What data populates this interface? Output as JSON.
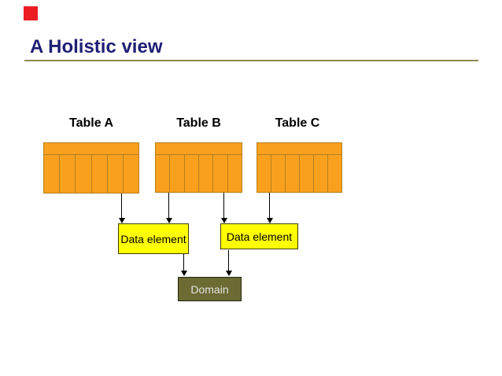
{
  "slide": {
    "title": "A Holistic view",
    "background_color": "#FFFFFF",
    "title_color": "#1F1F75",
    "rule_color": "#8A8A50",
    "corner_marker_color": "#EC1C24"
  },
  "diagram": {
    "tables": [
      {
        "label": "Table A",
        "columns": 6
      },
      {
        "label": "Table B",
        "columns": 6
      },
      {
        "label": "Table C",
        "columns": 6
      }
    ],
    "table_fill_color": "#F9A01E",
    "table_border_color": "#B5801E",
    "data_elements": [
      {
        "label": "Data element"
      },
      {
        "label": "Data element"
      }
    ],
    "data_element_fill_color": "#FFFF00",
    "domain": {
      "label": "Domain",
      "fill_color": "#6B6B33",
      "text_color": "#E3E3E3"
    },
    "arrow_color": "#000000"
  }
}
